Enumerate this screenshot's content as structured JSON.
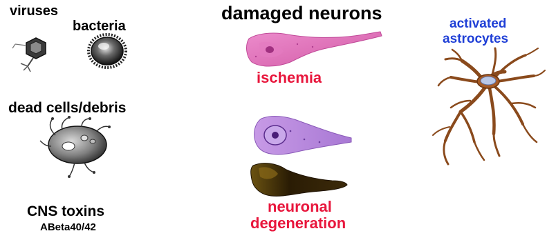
{
  "labels": {
    "viruses": "viruses",
    "bacteria": "bacteria",
    "dead_cells": "dead cells/debris",
    "cns_toxins": "CNS toxins",
    "abeta": "ABeta40/42",
    "damaged_neurons": "damaged neurons",
    "ischemia": "ischemia",
    "neuronal": "neuronal",
    "degeneration": "degeneration",
    "activated": "activated",
    "astrocytes": "astrocytes"
  },
  "colors": {
    "label_text": "#000000",
    "condition_text": "#e8163c",
    "astrocyte_text": "#1f3fd6",
    "ischemic_neuron": "#e06cb0",
    "degenerating_neuron": "#b48ad8",
    "dark_neuron": "#3a2a08",
    "astrocyte": "#8a4a1c"
  },
  "icons": [
    "virus-icon",
    "bacterium-icon",
    "dead-cell-icon",
    "ischemic-neuron-image",
    "degenerating-neuron-image",
    "dark-neuron-image",
    "astrocyte-image"
  ]
}
